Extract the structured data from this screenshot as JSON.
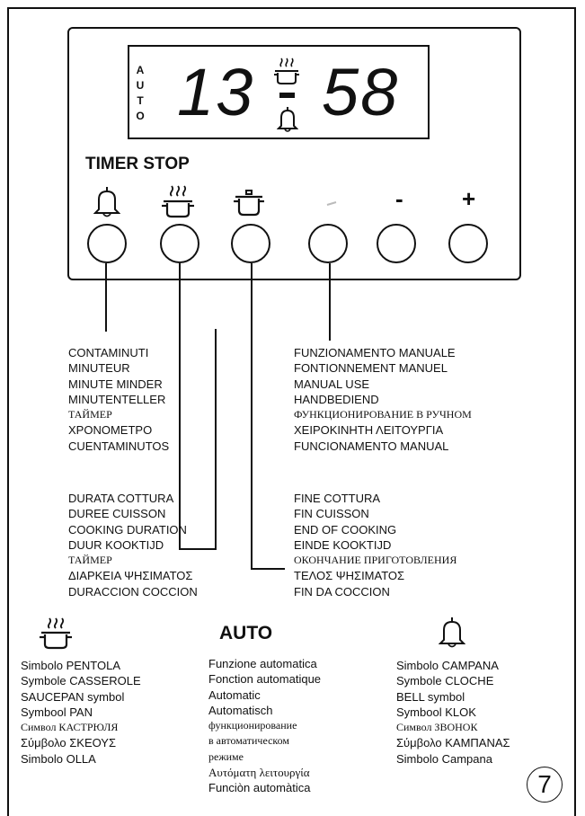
{
  "display": {
    "auto_letters": [
      "A",
      "U",
      "T",
      "O"
    ],
    "hours": "13",
    "minutes": "58",
    "icons": [
      "saucepan-steam-icon",
      "bell-icon"
    ]
  },
  "panel": {
    "title": "TIMER STOP",
    "buttons": [
      {
        "symbol": "bell-icon",
        "label": ""
      },
      {
        "symbol": "saucepan-steam-icon",
        "label": ""
      },
      {
        "symbol": "saucepan-icon",
        "label": ""
      },
      {
        "symbol": "manual-hand-icon",
        "label": ""
      },
      {
        "symbol": "minus",
        "label": "-"
      },
      {
        "symbol": "plus",
        "label": "+"
      }
    ]
  },
  "labels": {
    "minute_minder": [
      "CONTAMINUTI",
      "MINUTEUR",
      "MINUTE MINDER",
      "MINUTENTELLER",
      "ТАЙМЕР",
      "ΧΡΟΝΟΜΕΤΡΟ",
      "CUENTAMINUTOS"
    ],
    "manual_use": [
      "FUNZIONAMENTO MANUALE",
      "FONTIONNEMENT MANUEL",
      "MANUAL USE",
      "HANDBEDIEND",
      "ФУНКЦИОНИРОВАНИЕ В РУЧНОМ",
      "ΧΕΙΡΟΚΙΝΗΤΗ ΛΕΙΤΟΥΡΓΙΑ",
      "FUNCIONAMENTO MANUAL"
    ],
    "cooking_duration": [
      "DURATA COTTURA",
      "DUREE CUISSON",
      "COOKING DURATION",
      "DUUR KOOKTIJD",
      "ТАЙМЕР",
      "ΔΙΑΡΚΕΙΑ ΨΗΣΙΜΑΤΟΣ",
      "DURACCION COCCION"
    ],
    "end_of_cooking": [
      "FINE COTTURA",
      "FIN CUISSON",
      "END OF COOKING",
      "EINDE KOOKTIJD",
      "ОКОНЧАНИЕ ПРИГОТОВЛЕНИЯ",
      "ΤΕΛΟΣ ΨΗΣΙΜΑΤΟΣ",
      "FIN DA COCCION"
    ]
  },
  "legend": {
    "saucepan": [
      "Simbolo PENTOLA",
      "Symbole  CASSEROLE",
      "SAUCEPAN symbol",
      "Symbool PAN",
      "Символ КАСТРЮЛЯ",
      "Σύμβολο ΣΚΕΟΥΣ",
      "Simbolo OLLA"
    ],
    "auto_title": "AUTO",
    "auto": [
      "Funzione automatica",
      "Fonction automatique",
      "Automatic",
      "Automatisch",
      "функционирование",
      "в автоматическом",
      "режиме",
      "Αυτόματη λειτουργία",
      "Funciòn automàtica"
    ],
    "bell": [
      "Simbolo CAMPANA",
      "Symbole  CLOCHE",
      "BELL symbol",
      "Symbool KLOK",
      "Символ ЗВОНОК",
      "Σύμβολο ΚΑΜΠΑΝΑΣ",
      "Simbolo Campana"
    ]
  },
  "page_number": "7"
}
